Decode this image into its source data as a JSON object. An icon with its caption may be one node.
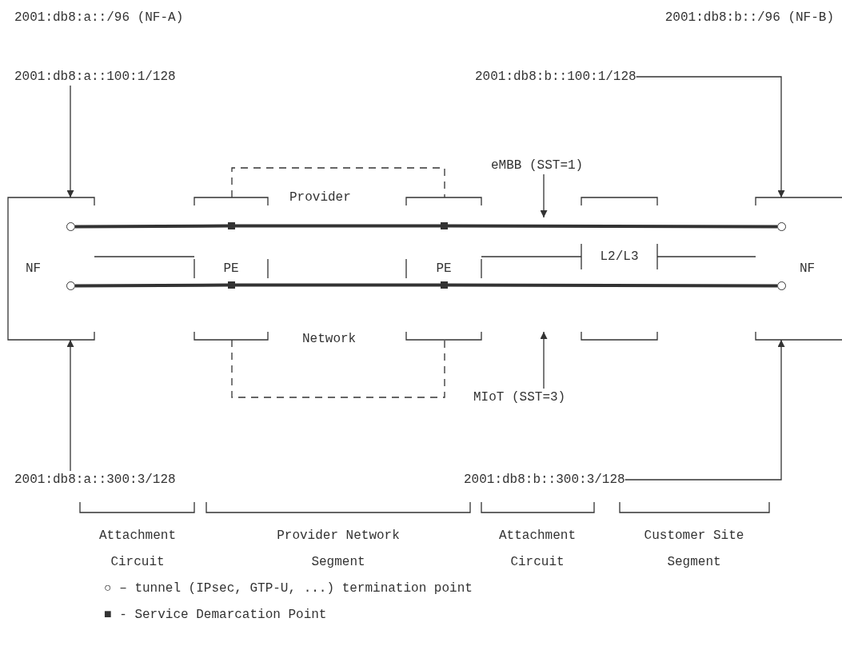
{
  "diagram": {
    "nodes": [
      {
        "text": [
          "2001:db8:a::100:1/128"
        ]
      },
      {
        "text": [
          "2001:db8:b::100:1/128"
        ]
      },
      {
        "text": [
          "eMBB (SST=1)"
        ]
      },
      {
        "text": [
          "NF"
        ]
      },
      {
        "text": [
          "PE"
        ]
      },
      {
        "text": [
          "PE"
        ]
      },
      {
        "text": [
          "L2/L3"
        ]
      },
      {
        "text": [
          "NF"
        ]
      },
      {
        "text": [],
        "shape": "circle",
        "in": 3
      },
      {
        "text": [],
        "shape": "box",
        "in": 4
      },
      {
        "text": [],
        "shape": "box",
        "in": 5
      },
      {
        "text": [],
        "shape": "circle",
        "in": 7
      },
      {
        "text": [],
        "shape": "circle",
        "in": 3
      },
      {
        "text": [],
        "shape": "box",
        "in": 4
      },
      {
        "text": [],
        "shape": "box",
        "in": 5
      },
      {
        "text": [],
        "shape": "circle",
        "in": 7
      },
      {
        "text": [
          "MIoT (SST=3)"
        ]
      },
      {
        "text": [
          "2001:db8:a::300:3/128"
        ]
      },
      {
        "text": [
          "2001:db8:b::300:3/128"
        ]
      }
    ],
    "edges": [
      {
        "from": 0,
        "to": 3,
        "arrow": "to"
      },
      {
        "from": 1,
        "to": 7,
        "arrow": "to"
      },
      {
        "from": 2,
        "to": null,
        "arrow": "to"
      },
      {
        "from": 4,
        "to": 5,
        "arrow": "none",
        "style": "dashed"
      },
      {
        "from": 8,
        "to": 9,
        "arrow": "none",
        "style": "thick"
      },
      {
        "from": 9,
        "to": 10,
        "arrow": "none",
        "style": "thick"
      },
      {
        "from": 10,
        "to": 11,
        "arrow": "none",
        "style": "thick"
      },
      {
        "from": 3,
        "to": 4,
        "arrow": "none"
      },
      {
        "from": 5,
        "to": 6,
        "arrow": "none"
      },
      {
        "from": 6,
        "to": 7,
        "arrow": "none"
      },
      {
        "from": 12,
        "to": 13,
        "arrow": "none",
        "style": "thick"
      },
      {
        "from": 13,
        "to": 14,
        "arrow": "none",
        "style": "thick"
      },
      {
        "from": 14,
        "to": 15,
        "arrow": "none",
        "style": "thick"
      },
      {
        "from": 4,
        "to": 5,
        "arrow": "none",
        "style": "dashed"
      },
      {
        "from": 16,
        "to": null,
        "arrow": "to"
      },
      {
        "from": 17,
        "to": 3,
        "arrow": "to"
      },
      {
        "from": 18,
        "to": 7,
        "arrow": "to"
      }
    ],
    "labels": [
      "2001:db8:a::/96 (NF-A)",
      "2001:db8:b::/96 (NF-B)",
      "Provider",
      "Network",
      "Attachment Circuit",
      "Provider Network Segment",
      "Attachment Circuit",
      "Customer Site Segment"
    ],
    "legend": [
      {
        "text": "○ – tunnel (IPsec, GTP-U, ...) termination point"
      },
      {
        "text": "■ - Service Demarcation Point"
      }
    ]
  }
}
